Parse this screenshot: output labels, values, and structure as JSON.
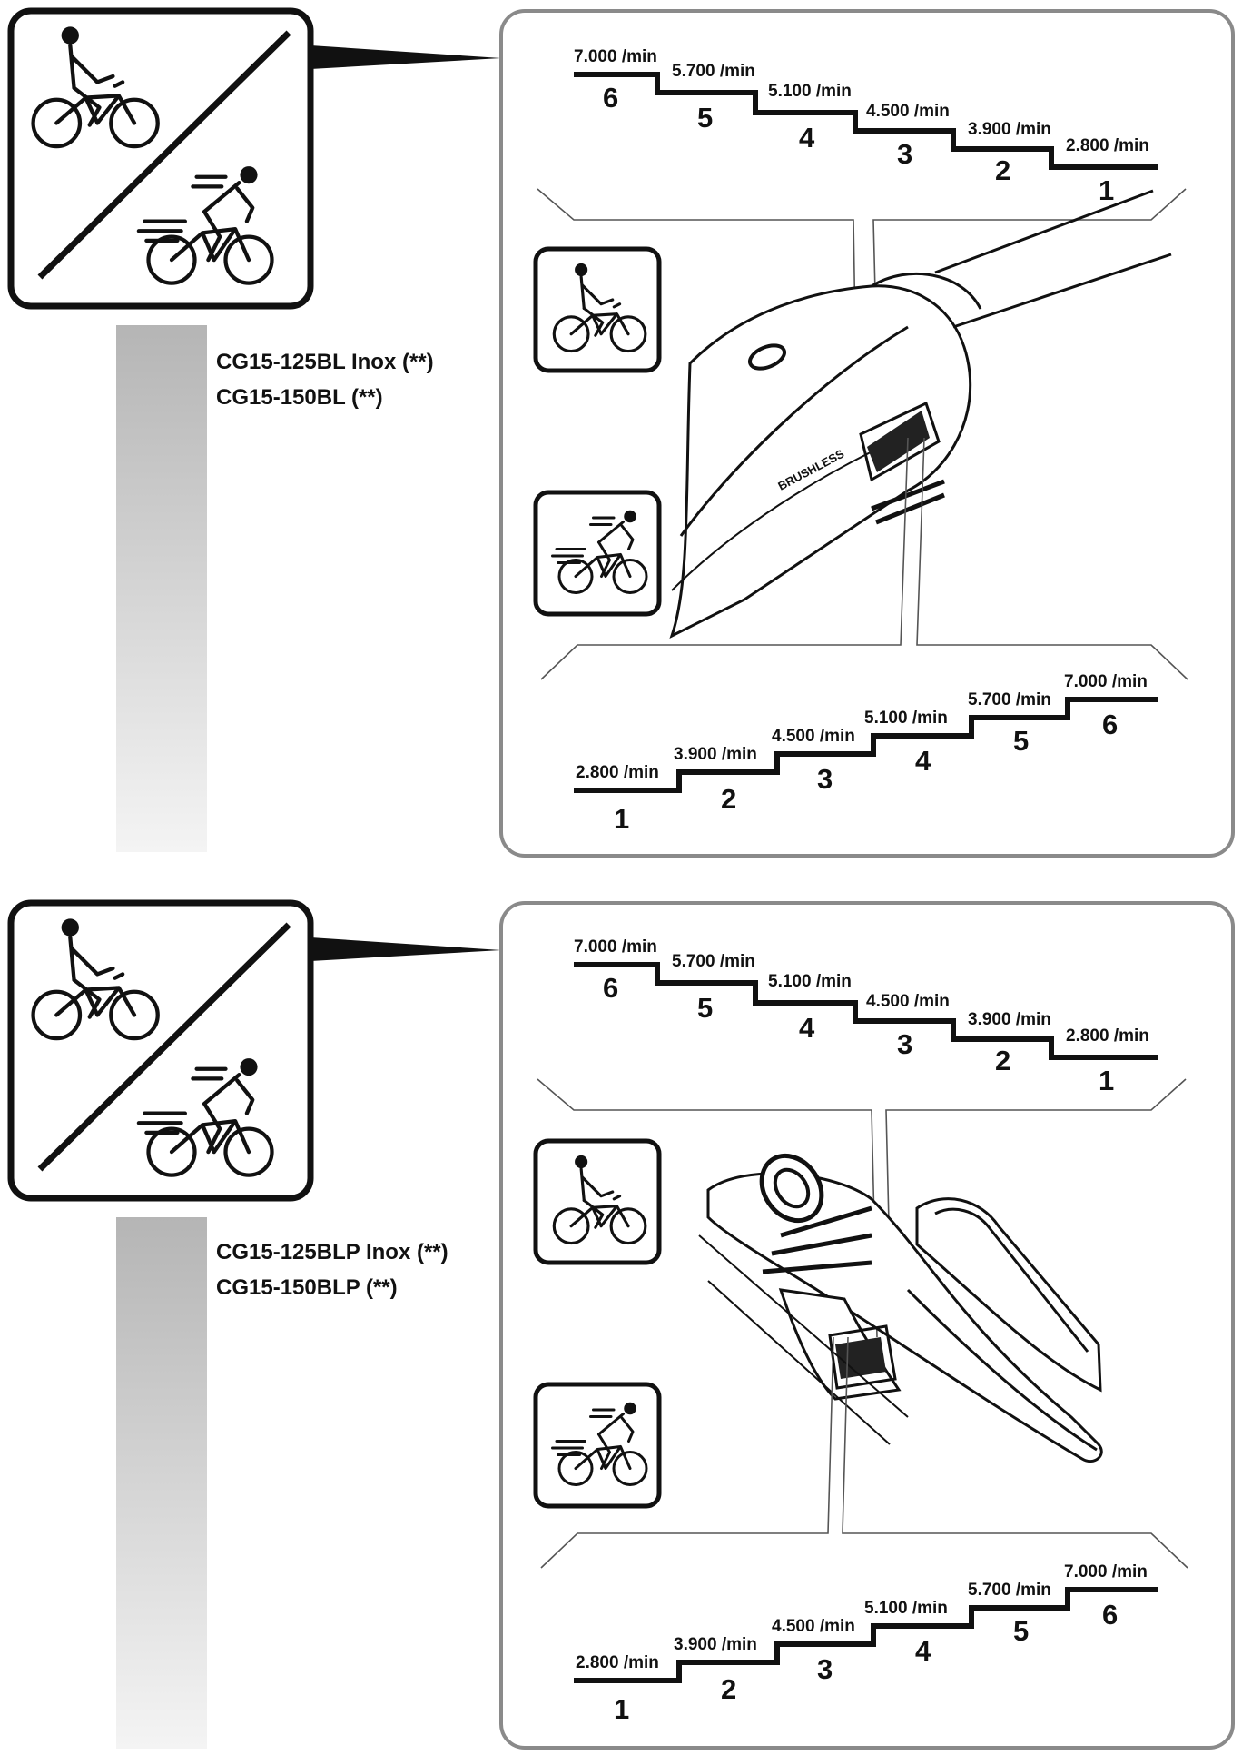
{
  "sections": [
    {
      "models": [
        "CG15-125BL Inox (**)",
        "CG15-150BL (**)"
      ],
      "speed_down": {
        "levels": [
          "6",
          "5",
          "4",
          "3",
          "2",
          "1"
        ],
        "rpm": [
          "7.000 /min",
          "5.700 /min",
          "5.100 /min",
          "4.500 /min",
          "3.900 /min",
          "2.800 /min"
        ]
      },
      "speed_up": {
        "levels": [
          "1",
          "2",
          "3",
          "4",
          "5",
          "6"
        ],
        "rpm": [
          "2.800 /min",
          "3.900 /min",
          "4.500 /min",
          "5.100 /min",
          "5.700 /min",
          "7.000 /min"
        ]
      },
      "tool_label": "BRUSHLESS"
    },
    {
      "models": [
        "CG15-125BLP Inox (**)",
        "CG15-150BLP (**)"
      ],
      "speed_down": {
        "levels": [
          "6",
          "5",
          "4",
          "3",
          "2",
          "1"
        ],
        "rpm": [
          "7.000 /min",
          "5.700 /min",
          "5.100 /min",
          "4.500 /min",
          "3.900 /min",
          "2.800 /min"
        ]
      },
      "speed_up": {
        "levels": [
          "1",
          "2",
          "3",
          "4",
          "5",
          "6"
        ],
        "rpm": [
          "2.800 /min",
          "3.900 /min",
          "4.500 /min",
          "5.100 /min",
          "5.700 /min",
          "7.000 /min"
        ]
      }
    }
  ],
  "icons": [
    "slow-cyclist-icon",
    "fast-cyclist-icon"
  ]
}
